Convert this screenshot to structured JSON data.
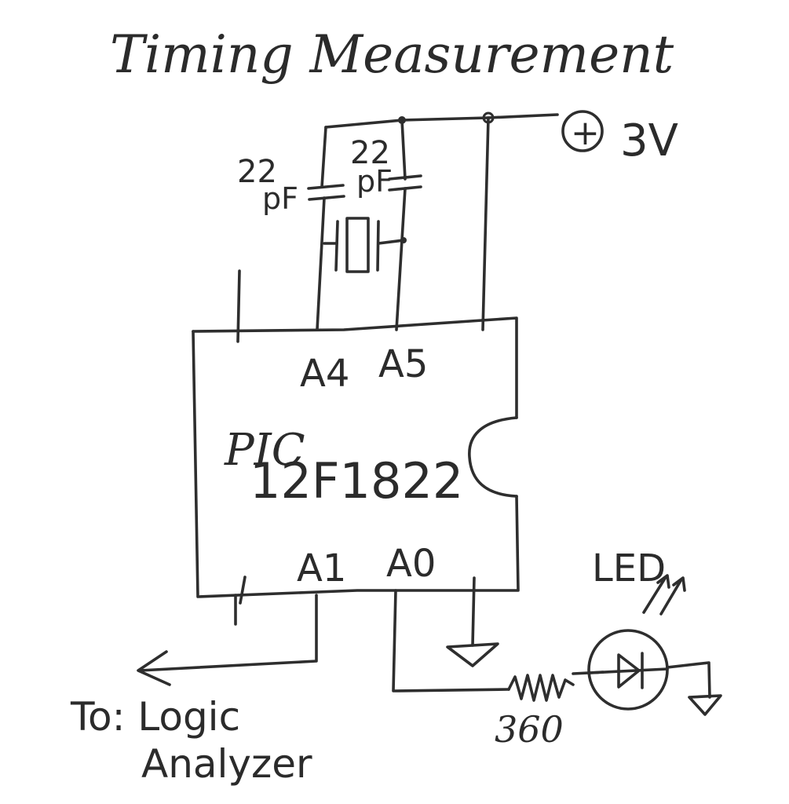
{
  "title": "Timing Measurement",
  "power": {
    "symbol": "+",
    "label": "3V"
  },
  "capacitors": [
    {
      "value": "22",
      "unit": "pF"
    },
    {
      "value": "22",
      "unit": "pF"
    }
  ],
  "chip": {
    "name_line1": "PIC",
    "name_line2": "12F1822",
    "pins": {
      "top_left": "A4",
      "top_right": "A5",
      "bottom_left": "A1",
      "bottom_right": "A0"
    }
  },
  "resistor": {
    "value": "360"
  },
  "led": {
    "label": "LED"
  },
  "output": {
    "line1": "To: Logic",
    "line2": "Analyzer"
  }
}
